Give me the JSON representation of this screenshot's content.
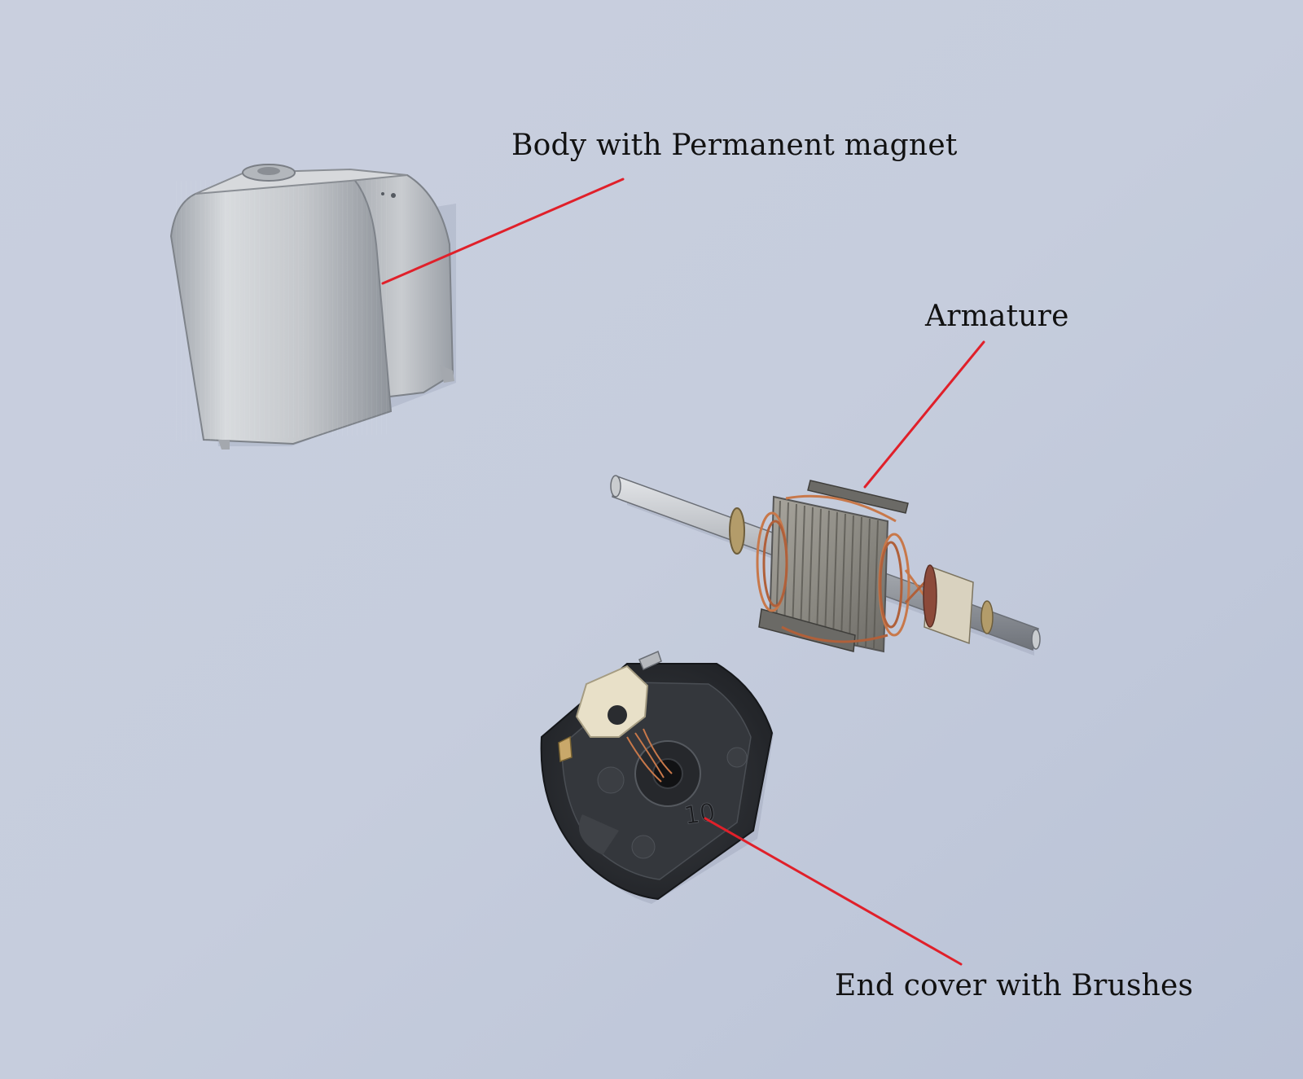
{
  "labels": {
    "body": "Body with Permanent magnet",
    "armature": "Armature",
    "end_cover": "End cover with Brushes"
  },
  "cover_mark": "10",
  "colors": {
    "background": "#c4cbdc",
    "leader_line": "#e0202a",
    "label_text": "#111111",
    "metal": "#b8bcc2",
    "copper": "#c8784a",
    "plastic": "#2e3136"
  }
}
